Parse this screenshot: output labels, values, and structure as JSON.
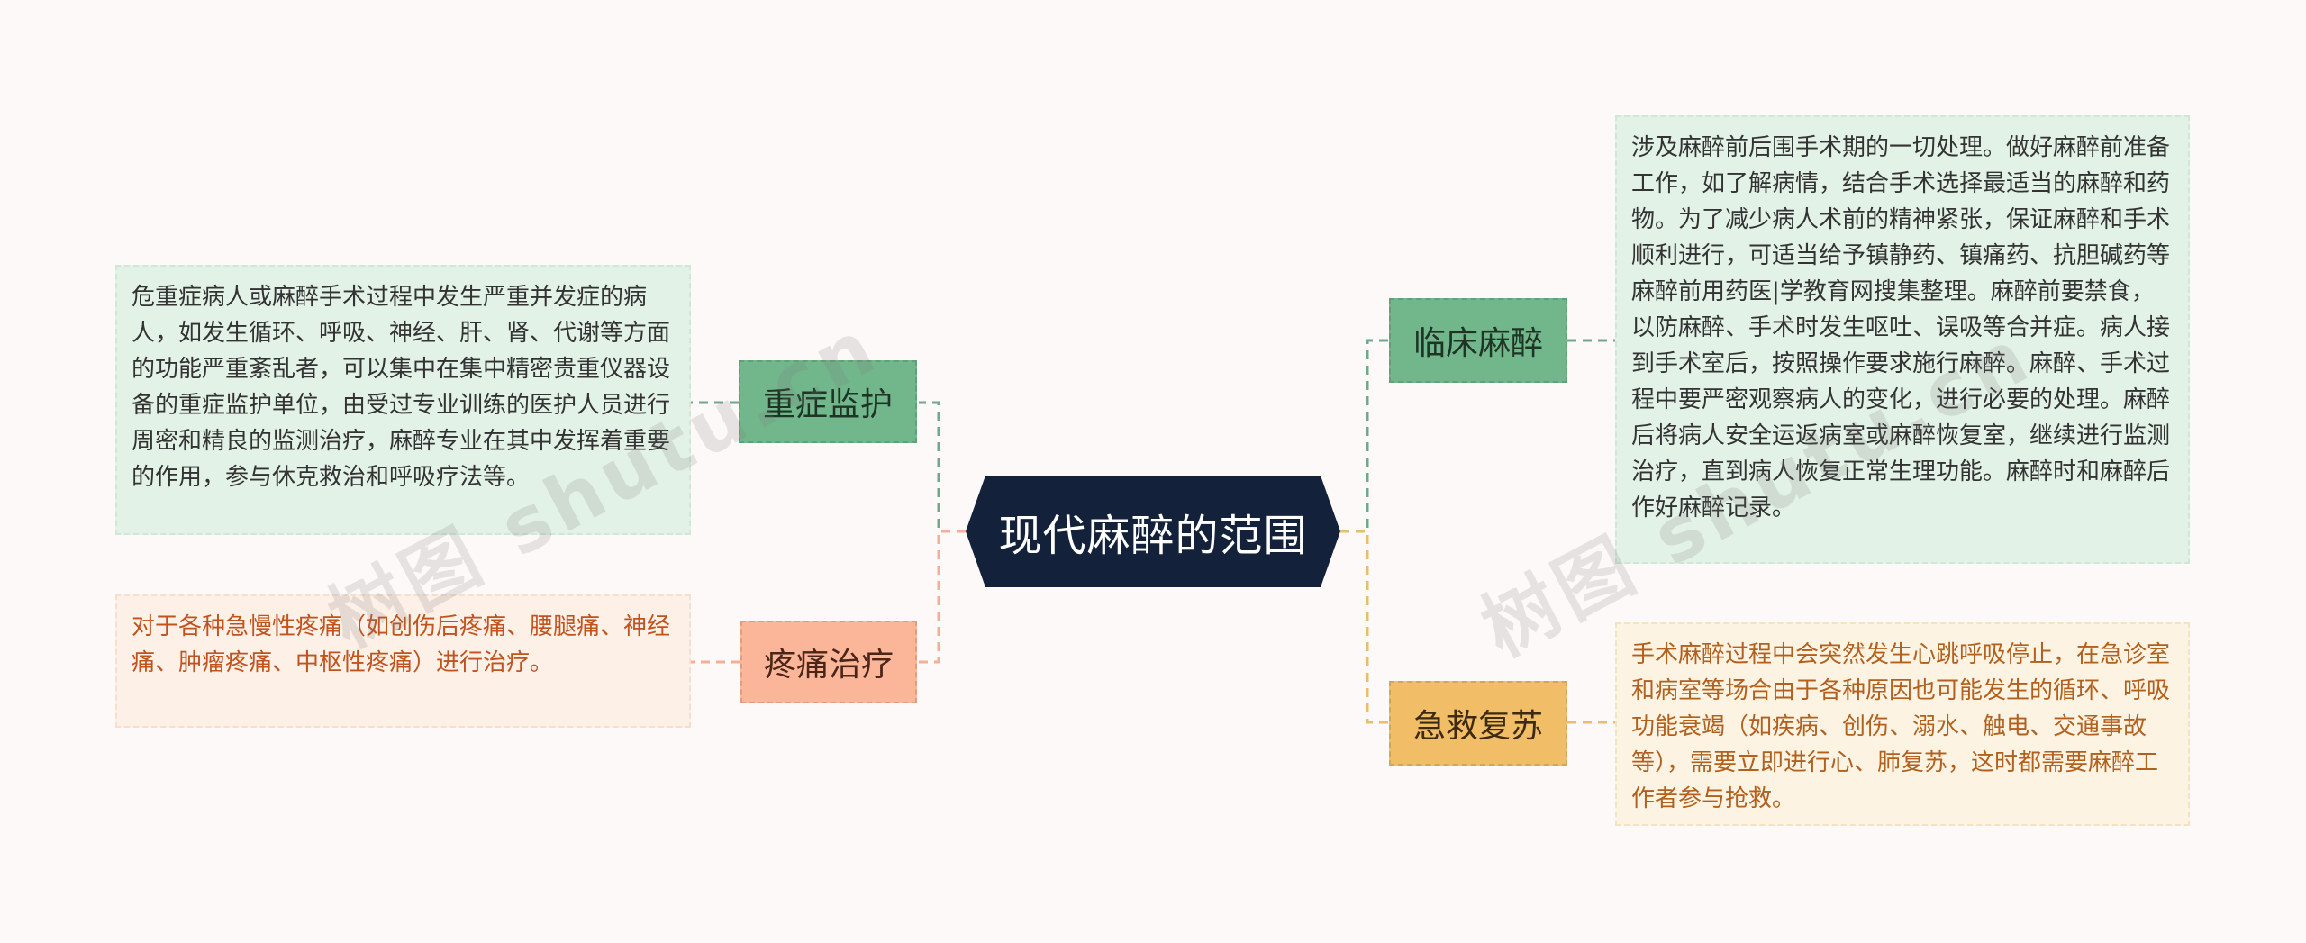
{
  "root": {
    "title": "现代麻醉的范围"
  },
  "branches": [
    {
      "label": "重症监护",
      "description": "危重症病人或麻醉手术过程中发生严重并发症的病人，如发生循环、呼吸、神经、肝、肾、代谢等方面的功能严重紊乱者，可以集中在集中精密贵重仪器设备的重症监护单位，由受过专业训练的医护人员进行周密和精良的监测治疗，麻醉专业在其中发挥着重要的作用，参与休克救治和呼吸疗法等。"
    },
    {
      "label": "疼痛治疗",
      "description": "对于各种急慢性疼痛（如创伤后疼痛、腰腿痛、神经痛、肿瘤疼痛、中枢性疼痛）进行治疗。"
    },
    {
      "label": "临床麻醉",
      "description": "涉及麻醉前后围手术期的一切处理。做好麻醉前准备工作，如了解病情，结合手术选择最适当的麻醉和药物。为了减少病人术前的精神紧张，保证麻醉和手术顺利进行，可适当给予镇静药、镇痛药、抗胆碱药等麻醉前用药医|学教育网搜集整理。麻醉前要禁食，以防麻醉、手术时发生呕吐、误吸等合并症。病人接到手术室后，按照操作要求施行麻醉。麻醉、手术过程中要严密观察病人的变化，进行必要的处理。麻醉后将病人安全运返病室或麻醉恢复室，继续进行监测治疗，直到病人恢复正常生理功能。麻醉时和麻醉后作好麻醉记录。"
    },
    {
      "label": "急救复苏",
      "description": "手术麻醉过程中会突然发生心跳呼吸停止，在急诊室和病室等场合由于各种原因也可能发生的循环、呼吸功能衰竭（如疾病、创伤、溺水、触电、交通事故等），需要立即进行心、肺复苏，这时都需要麻醉工作者参与抢救。"
    }
  ],
  "watermarks": [
    "树图 shutu.cn",
    "树图 shutu.cn"
  ],
  "colors": {
    "root_fill": "#14213a",
    "green": "#72b68b",
    "salmon": "#fbb69a",
    "gold": "#f1bd66",
    "green_link": "#6fa98a",
    "salmon_link": "#f4b095",
    "gold_link": "#e9bd6c"
  }
}
